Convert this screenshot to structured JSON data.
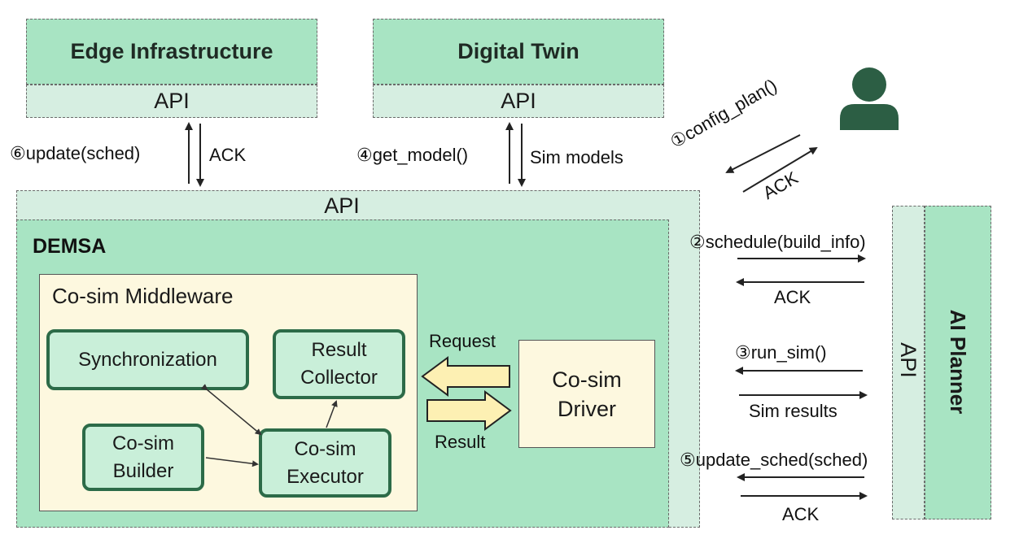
{
  "edge": {
    "title": "Edge Infrastructure",
    "api": "API"
  },
  "twin": {
    "title": "Digital Twin",
    "api": "API"
  },
  "platform": {
    "api": "API",
    "title": "DEMSA"
  },
  "middleware": {
    "title": "Co-sim Middleware",
    "sync": "Synchronization",
    "collector": [
      "Result",
      "Collector"
    ],
    "builder": [
      "Co-sim",
      "Builder"
    ],
    "executor": [
      "Co-sim",
      "Executor"
    ]
  },
  "driver": {
    "lines": [
      "Co-sim",
      "Driver"
    ],
    "request": "Request",
    "result": "Result"
  },
  "planner": {
    "title": "AI Planner",
    "api": "API"
  },
  "arrows": {
    "edge_call": "⑥update(sched)",
    "edge_ack": "ACK",
    "twin_call": "④get_model()",
    "twin_ret": "Sim models",
    "config": "①config_plan()",
    "config_ack": "ACK",
    "schedule": "②schedule(build_info)",
    "schedule_ack": "ACK",
    "run": "③run_sim()",
    "run_ret": "Sim results",
    "update": "⑤update_sched(sched)",
    "update_ack": "ACK"
  },
  "icons": {
    "user": "user-icon"
  },
  "colors": {
    "dark_green": "#a8e4c3",
    "light_green": "#d6eee1",
    "component_border": "#2c6b48",
    "middleware_bg": "#fdf8df",
    "arrow_yellow": "#fdf0b3"
  }
}
